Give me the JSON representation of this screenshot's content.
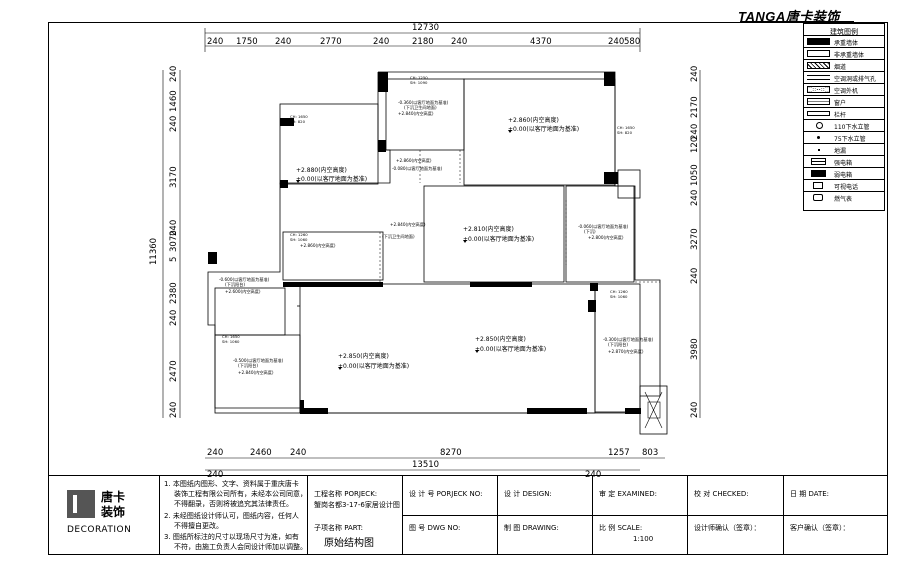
{
  "brand": {
    "name": "TANGA唐卡装饰"
  },
  "dimensions": {
    "top_total": "12730",
    "top_segments": [
      "240",
      "1750",
      "240",
      "2770",
      "240",
      "2180",
      "240",
      "4370",
      "240",
      "580"
    ],
    "left_total": "11360",
    "left_segments": [
      "240",
      "1460",
      "240",
      "3170",
      "240",
      "3070",
      "240",
      "2380",
      "240",
      "2470",
      "240"
    ],
    "left_segment_extra": "5",
    "right_segments": [
      "240",
      "2170",
      "240",
      "120",
      "1050",
      "240",
      "3270",
      "240",
      "3980",
      "240"
    ],
    "bottom_segments": [
      "240",
      "2460",
      "240",
      "8270",
      "1257",
      "803"
    ],
    "bottom_total": "13510",
    "bottom_edge": [
      "240",
      "240"
    ]
  },
  "rooms": [
    {
      "height": "+2.880(内空高度)",
      "ref": "±0.00(以客厅地面为基准)"
    },
    {
      "height": "+2.860(内空高度)",
      "ref": "±0.00(以客厅地面为基准)"
    },
    {
      "height": "+2.810(内空高度)",
      "ref": "±0.00(以客厅地面为基准)"
    },
    {
      "height": "+2.850(内空高度)",
      "ref": "±0.00(以客厅地面为基准)"
    },
    {
      "height": "+2.850(内空高度)",
      "ref": "±0.00(以客厅地面为基准)"
    }
  ],
  "small_rooms": [
    {
      "line1": "-0.360(以客厅地面为基准)",
      "line2": "(下沉卫生间地面)",
      "line3": "+2.840(内空高度)"
    },
    {
      "line1": "+2.860(内空高度)"
    },
    {
      "line1": "-0.080(以客厅地面为基准)",
      "line2": "(下沉卫生间地面)",
      "line3": "+2.840(内空高度)"
    },
    {
      "line1": "+2.860(内空高度)"
    },
    {
      "line1": "-0.060(以客厅地面为基准)",
      "line2": "(下沉)",
      "line3": "+2.800(内空高度)"
    },
    {
      "line1": "-0.600(以客厅地面为基准)",
      "line2": "(下沉阳台)",
      "line3": "+2.600(内空高度)"
    },
    {
      "line1": "-0.500(以客厅地面为基准)",
      "line2": "(下沉阳台)",
      "line3": "+2.840(内空高度)"
    },
    {
      "line1": "-0.300(以客厅地面为基准)",
      "line2": "(下沉阳台)",
      "line3": "+2.870(内空高度)"
    }
  ],
  "window_tags": [
    {
      "a": "CH: 1650",
      "b": "SH: 820"
    },
    {
      "a": "CH: 1250",
      "b": "SH: 1090"
    },
    {
      "a": "CH: 1650",
      "b": "SH: 820"
    },
    {
      "a": "CH: 1260",
      "b": "SH: 1060"
    },
    {
      "a": "CH: 1650",
      "b": "SH: 1060"
    },
    {
      "a": "CH: 1260",
      "b": "SH: 1060"
    }
  ],
  "legend": {
    "title": "建筑图例",
    "items": [
      {
        "label": "承重墙体",
        "sym": "solid"
      },
      {
        "label": "非承重墙体",
        "sym": "outline"
      },
      {
        "label": "烟道",
        "sym": "hatch"
      },
      {
        "label": "空调洞或排气孔",
        "sym": "lines"
      },
      {
        "label": "空调外机",
        "sym": "cross"
      },
      {
        "label": "窗户",
        "sym": "window"
      },
      {
        "label": "栏杆",
        "sym": "rail"
      },
      {
        "label": "110下水立管",
        "sym": "circle"
      },
      {
        "label": "75下水立管",
        "sym": "dot"
      },
      {
        "label": "地漏",
        "sym": "tiny"
      },
      {
        "label": "强电箱",
        "sym": "box"
      },
      {
        "label": "弱电箱",
        "sym": "boxfill"
      },
      {
        "label": "可视电话",
        "sym": "phone"
      },
      {
        "label": "燃气表",
        "sym": "gas"
      }
    ]
  },
  "titleblock": {
    "notes": [
      "1. 本图纸内图形、文字、资料属于重庆唐卡",
      "装饰工程有限公司所有，未经本公司同意，",
      "不得翻录，否则将被追究其法律责任。",
      "2. 未经图纸设计师认可，图纸内容，任何人",
      "不得擅自更改。",
      "3. 图纸所标注的尺寸以现场尺寸为准，如有",
      "不符，由施工负责人会同设计师加以调整。"
    ],
    "logo_text_1": "唐卡",
    "logo_text_2": "装饰",
    "logo_sub": "DECORATION",
    "project_label": "工程名称 PORJECK:",
    "project_value": "蟹岗名都3-17-6家居设计图",
    "design_no_label": "设 计 号 PORJECK NO:",
    "design_label": "设 计 DESIGN:",
    "examined_label": "审 定 EXAMINED:",
    "checked_label": "校 对 CHECKED:",
    "date_label": "日 期 DATE:",
    "part_label": "子项名称 PART:",
    "part_value": "原始结构图",
    "dwg_no_label": "图 号 DWG NO:",
    "drawing_label": "制 图 DRAWING:",
    "scale_label": "比 例 SCALE:",
    "scale_value": "1:100",
    "designer_confirm": "设计师确认（签章）：",
    "client_confirm": "客户确认（签章）："
  }
}
